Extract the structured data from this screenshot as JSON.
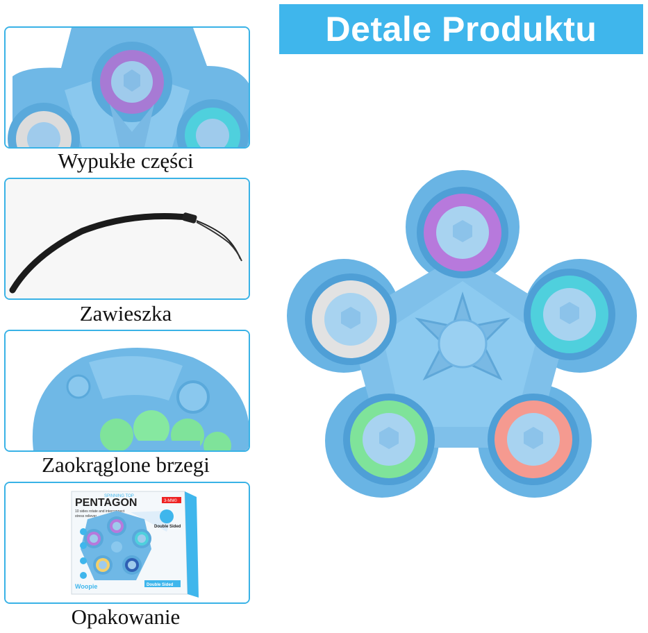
{
  "banner": {
    "title": "Detale Produktu"
  },
  "panels": [
    {
      "caption": "Wypukłe części"
    },
    {
      "caption": "Zawieszka"
    },
    {
      "caption": "Zaokrąglone brzegi"
    },
    {
      "caption": "Opakowanie"
    }
  ],
  "box": {
    "small_top": "SPINNING TOP",
    "title": "PENTAGON",
    "badge": "3-MM0",
    "line1": "10 sides rotate and interconnect",
    "line2": "stress reliever",
    "double": "Double Sided",
    "brand": "Woopie"
  },
  "colors": {
    "accent": "#3fb6ec",
    "toy_blue": "#7fc3ec",
    "purple": "#b779dc",
    "cyan": "#4fd0dd",
    "gray": "#e2e2e2",
    "green": "#7fe39a",
    "salmon": "#f59a90"
  }
}
